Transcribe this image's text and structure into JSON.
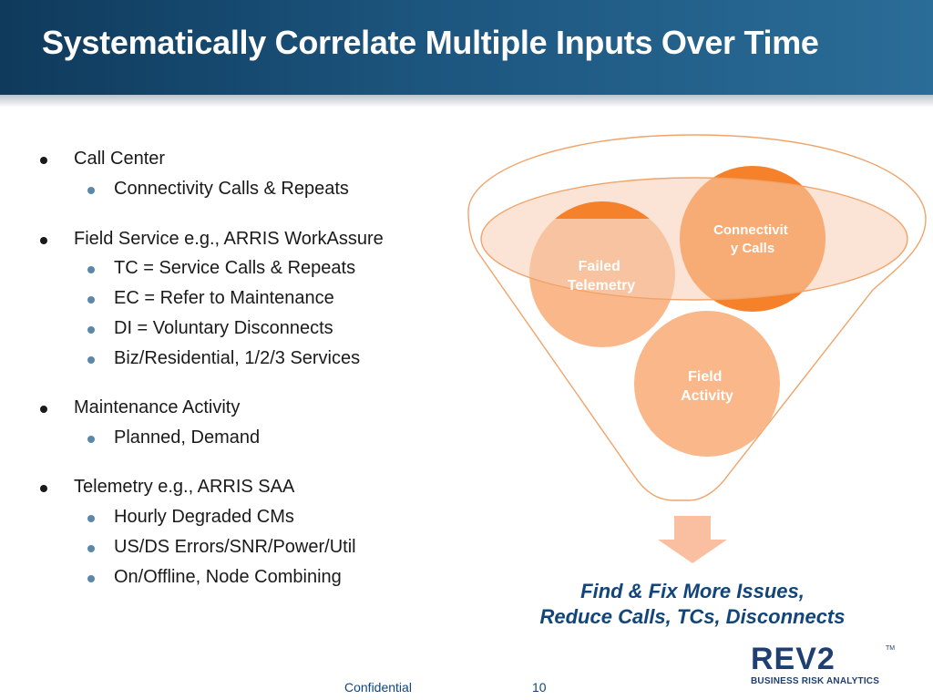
{
  "title": "Systematically Correlate Multiple Inputs Over Time",
  "bullets": [
    {
      "label": "Call Center",
      "sub": [
        "Connectivity Calls & Repeats"
      ]
    },
    {
      "label": "Field Service e.g., ARRIS WorkAssure",
      "sub": [
        "TC = Service Calls & Repeats",
        "EC = Refer to Maintenance",
        "DI = Voluntary Disconnects",
        "Biz/Residential, 1/2/3 Services"
      ]
    },
    {
      "label": "Maintenance Activity",
      "sub": [
        "Planned, Demand"
      ]
    },
    {
      "label": "Telemetry e.g., ARRIS SAA",
      "sub": [
        "Hourly Degraded CMs",
        "US/DS Errors/SNR/Power/Util",
        "On/Offline, Node Combining"
      ]
    }
  ],
  "diagram": {
    "circles": [
      {
        "lines": [
          "Connectivit",
          "y Calls"
        ]
      },
      {
        "lines": [
          "Failed",
          "Telemetry"
        ]
      },
      {
        "lines": [
          "Field",
          "Activity"
        ]
      }
    ],
    "colors": {
      "strong": "#f5822a",
      "light": "#f9b78a",
      "outline": "#f0a46a"
    }
  },
  "tagline": [
    "Find & Fix More Issues,",
    "Reduce Calls, TCs, Disconnects"
  ],
  "logo": {
    "word": "REV2",
    "trademark": "TM",
    "subtitle": "BUSINESS RISK ANALYTICS"
  },
  "footer": {
    "label": "Confidential",
    "page": "10"
  }
}
